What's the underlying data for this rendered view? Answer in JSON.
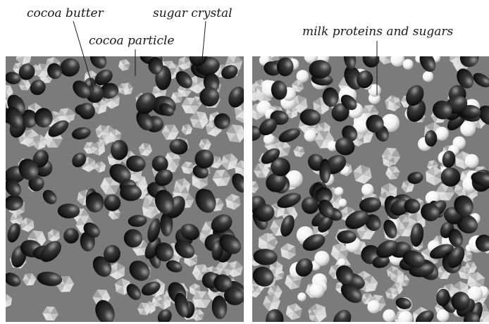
{
  "panels": {
    "dark": {
      "labels": {
        "cocoa_butter": "cocoa butter",
        "cocoa_particle": "cocoa particle",
        "sugar_crystal": "sugar crystal"
      },
      "contents": [
        "cocoa particles",
        "sugar crystals"
      ]
    },
    "milk": {
      "labels": {
        "milk": "milk proteins and sugars"
      },
      "contents": [
        "cocoa particles",
        "sugar crystals",
        "milk proteins and sugars"
      ]
    }
  },
  "colors": {
    "background_fat": "#7b7b7b",
    "cocoa_particle": "#202020",
    "sugar_crystal": "#c9c9c9",
    "milk_solid": "#f4f4f4",
    "line": "#1a1a1a"
  }
}
